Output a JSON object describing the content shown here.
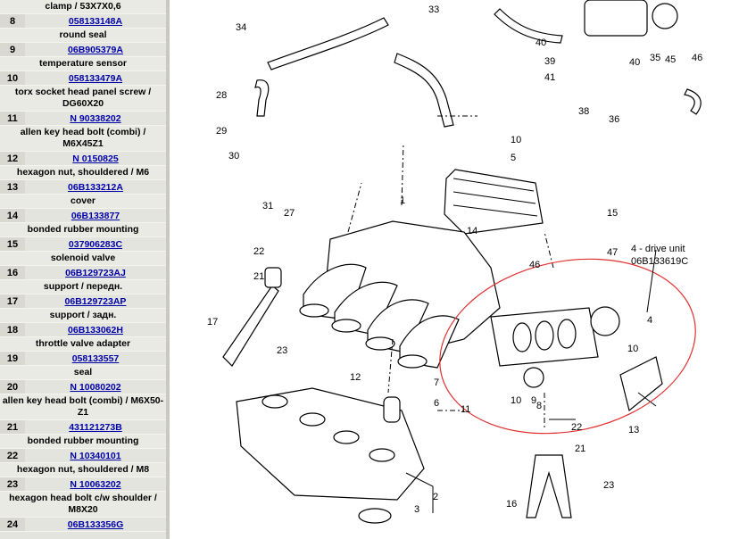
{
  "parts": [
    {
      "type": "desc",
      "text": "clamp / 53X7X0,6"
    },
    {
      "type": "part",
      "num": "8",
      "pn": "058133148A"
    },
    {
      "type": "desc",
      "text": "round seal"
    },
    {
      "type": "part",
      "num": "9",
      "pn": "06B905379A"
    },
    {
      "type": "desc",
      "text": "temperature sensor"
    },
    {
      "type": "part",
      "num": "10",
      "pn": "058133479A"
    },
    {
      "type": "desc",
      "text": "torx socket head panel screw / DG60X20"
    },
    {
      "type": "part",
      "num": "11",
      "pn": "N 90338202"
    },
    {
      "type": "desc",
      "text": "allen key head bolt (combi) / M6X45Z1"
    },
    {
      "type": "part",
      "num": "12",
      "pn": "N 0150825"
    },
    {
      "type": "desc",
      "text": "hexagon nut, shouldered / M6"
    },
    {
      "type": "part",
      "num": "13",
      "pn": "06B133212A"
    },
    {
      "type": "desc",
      "text": "cover"
    },
    {
      "type": "part",
      "num": "14",
      "pn": "06B133877"
    },
    {
      "type": "desc",
      "text": "bonded rubber mounting"
    },
    {
      "type": "part",
      "num": "15",
      "pn": "037906283C"
    },
    {
      "type": "desc",
      "text": "solenoid valve"
    },
    {
      "type": "part",
      "num": "16",
      "pn": "06B129723AJ"
    },
    {
      "type": "desc",
      "text": "support / передн."
    },
    {
      "type": "part",
      "num": "17",
      "pn": "06B129723AP"
    },
    {
      "type": "desc",
      "text": "support / задн."
    },
    {
      "type": "part",
      "num": "18",
      "pn": "06B133062H"
    },
    {
      "type": "desc",
      "text": "throttle valve adapter"
    },
    {
      "type": "part",
      "num": "19",
      "pn": "058133557"
    },
    {
      "type": "desc",
      "text": "seal"
    },
    {
      "type": "part",
      "num": "20",
      "pn": "N 10080202"
    },
    {
      "type": "desc",
      "text": "allen key head bolt (combi) / M6X50-Z1"
    },
    {
      "type": "part",
      "num": "21",
      "pn": "431121273B"
    },
    {
      "type": "desc",
      "text": "bonded rubber mounting"
    },
    {
      "type": "part",
      "num": "22",
      "pn": "N 10340101"
    },
    {
      "type": "desc",
      "text": "hexagon nut, shouldered / M8"
    },
    {
      "type": "part",
      "num": "23",
      "pn": "N 10063202"
    },
    {
      "type": "desc",
      "text": "hexagon head bolt c/w shoulder / M8X20"
    },
    {
      "type": "part",
      "num": "24",
      "pn": "06B133356G"
    }
  ],
  "diagram": {
    "annotation_line1": "4 - drive unit",
    "annotation_line2": "06B133619C",
    "callouts": [
      "33",
      "34",
      "28",
      "29",
      "30",
      "31",
      "27",
      "1",
      "10",
      "5",
      "14",
      "15",
      "47",
      "46",
      "22",
      "21",
      "17",
      "23",
      "12",
      "7",
      "6",
      "11",
      "2",
      "3",
      "9",
      "10",
      "8",
      "13",
      "22",
      "21",
      "16",
      "23",
      "40",
      "39",
      "41",
      "38",
      "36",
      "40",
      "35",
      "45",
      "46",
      "4",
      "10"
    ]
  }
}
